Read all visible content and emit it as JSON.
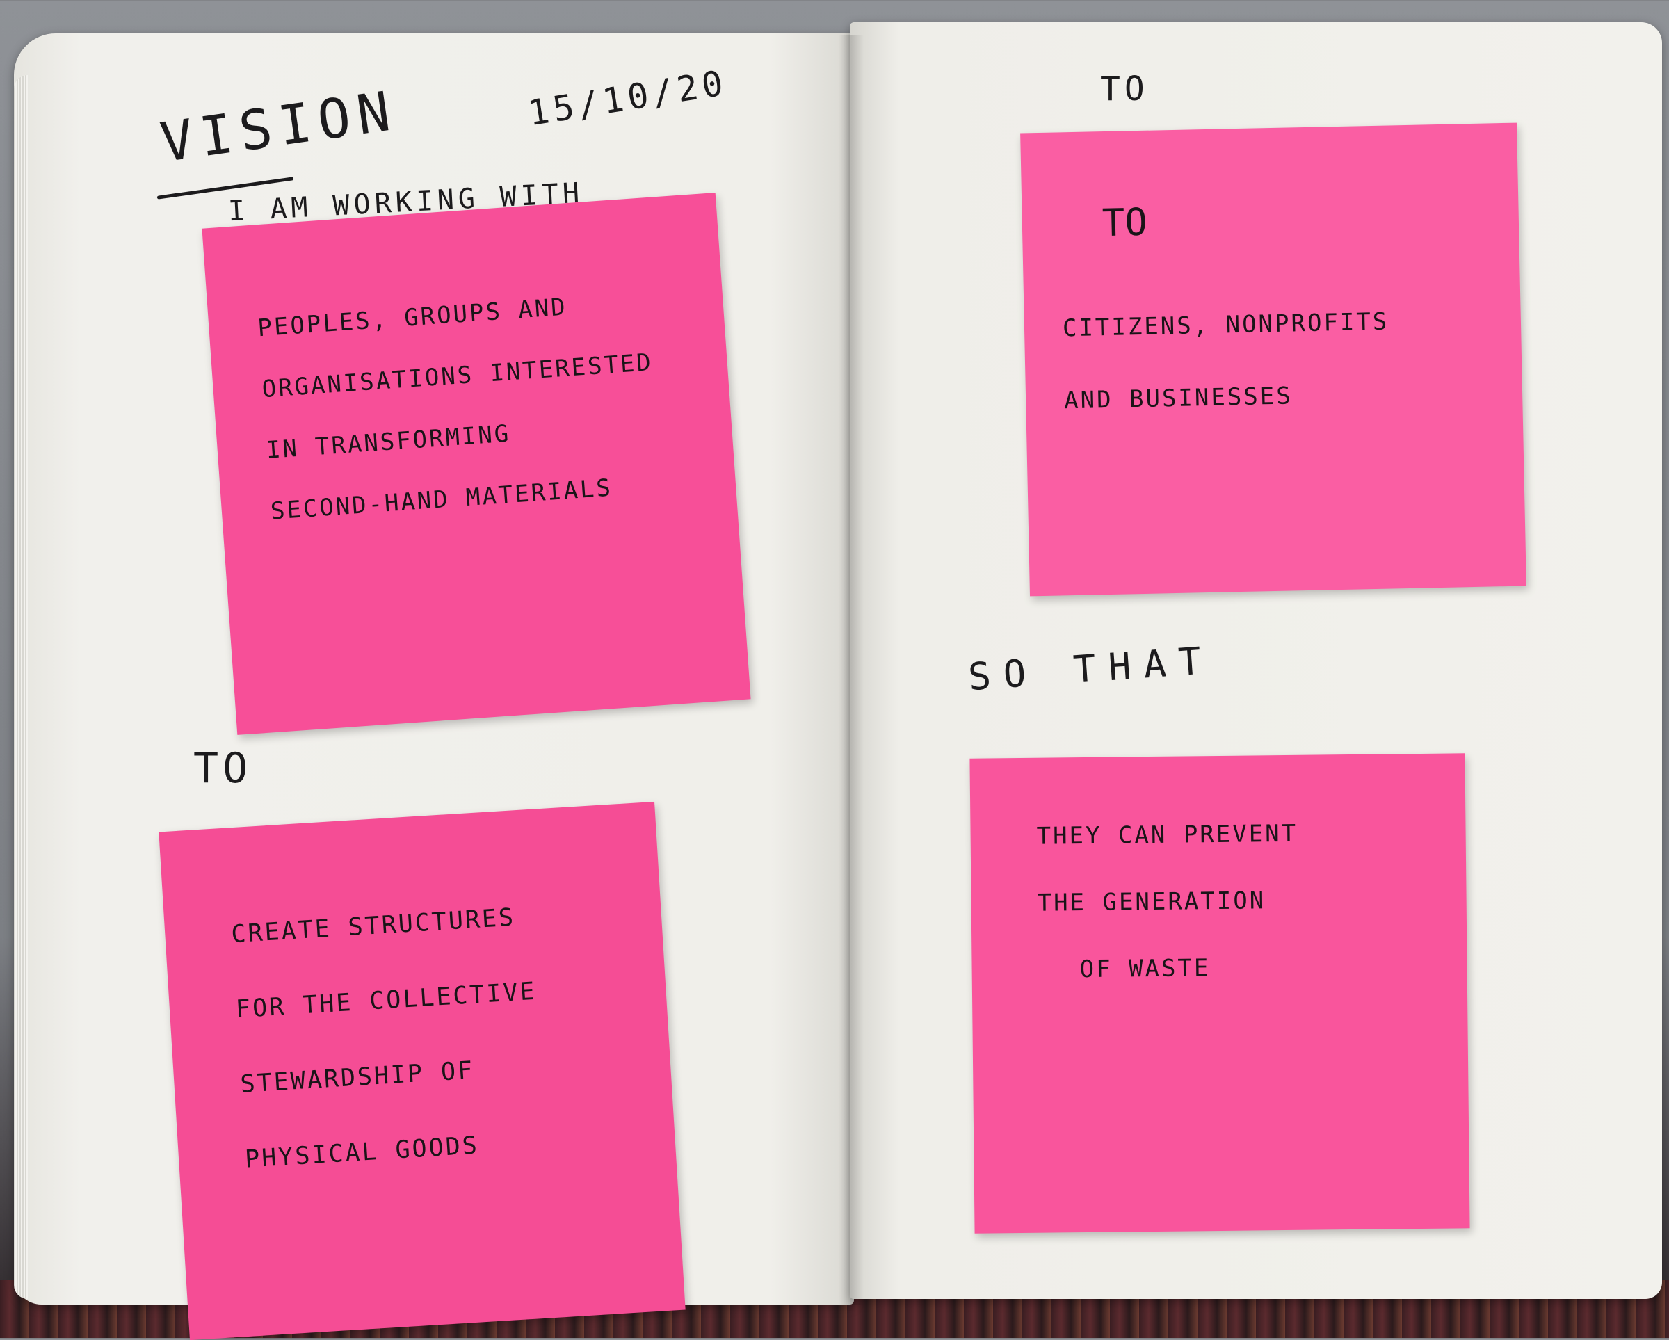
{
  "page_left": {
    "title": "VISION",
    "date": "15/10/20",
    "intro": "I AM WORKING WITH",
    "prompt_to": "TO"
  },
  "page_right": {
    "prompt_to": "TO",
    "prompt_so_that": "SO THAT"
  },
  "sticky_notes": [
    {
      "lines": [
        "PEOPLES, GROUPS AND",
        "ORGANISATIONS INTERESTED",
        "IN TRANSFORMING",
        "SECOND-HAND MATERIALS"
      ]
    },
    {
      "heading": "TO",
      "lines": [
        "CITIZENS, NONPROFITS",
        "AND BUSINESSES"
      ]
    },
    {
      "lines": [
        "CREATE STRUCTURES",
        "FOR THE COLLECTIVE",
        "STEWARDSHIP OF",
        "PHYSICAL GOODS"
      ]
    },
    {
      "lines": [
        "THEY CAN PREVENT",
        "THE GENERATION",
        "OF WASTE"
      ]
    }
  ],
  "colors": {
    "sticky": "#f8529a",
    "paper": "#efeee9",
    "ink": "#1c1b1d"
  }
}
